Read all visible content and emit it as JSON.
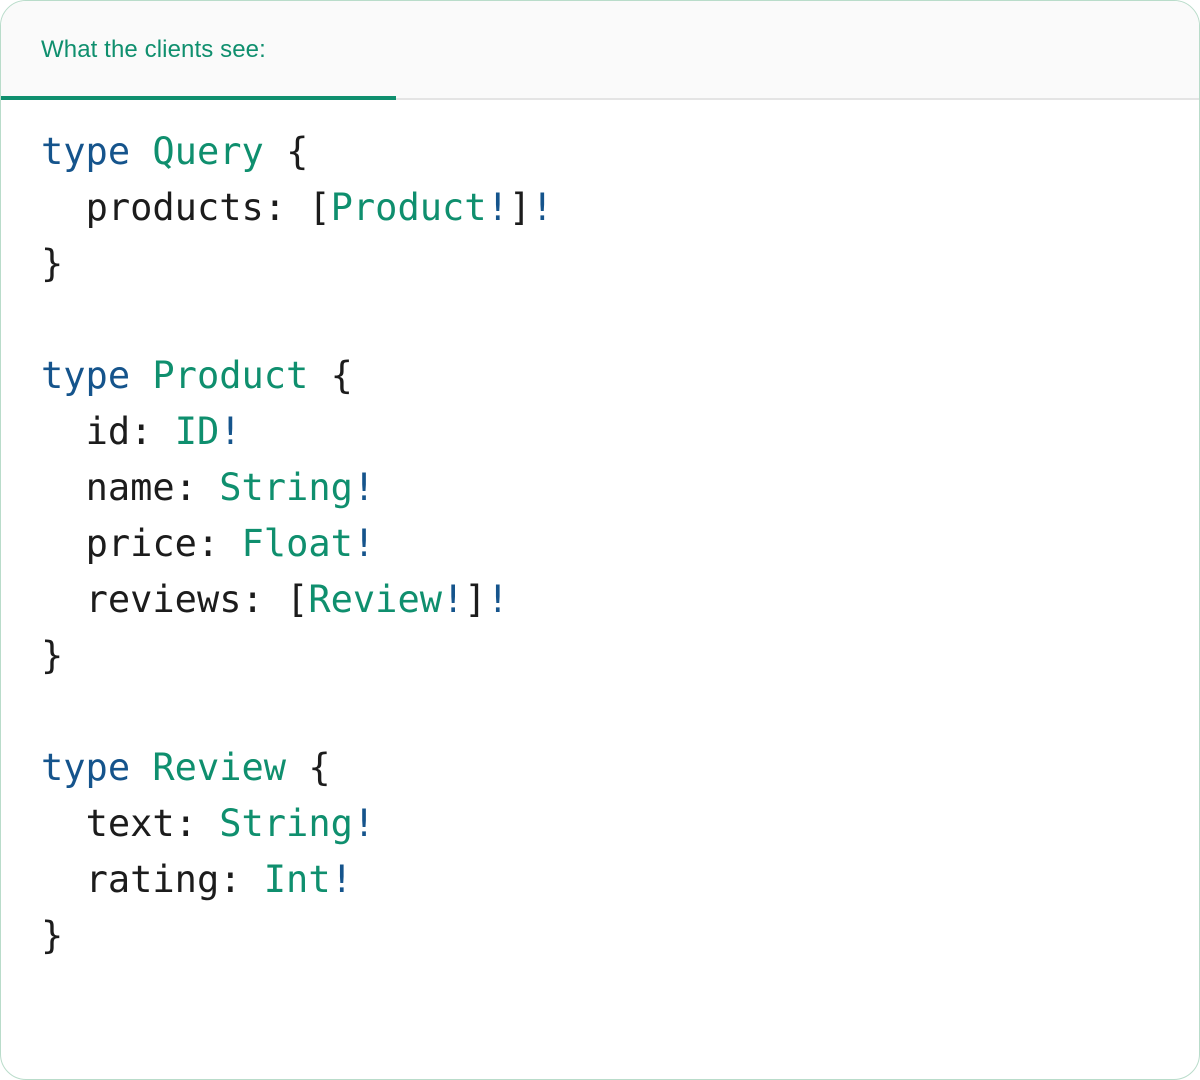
{
  "card": {
    "border_color": "#b9dcca",
    "background": "#ffffff"
  },
  "header": {
    "background": "#fafafa",
    "divider_color": "#e4e4e4",
    "active_tab_index": 0,
    "tabs": [
      {
        "label": "What the clients see:",
        "active": true,
        "accent_color": "#0f8f6e"
      }
    ]
  },
  "code": {
    "language": "graphql",
    "colors": {
      "keyword": "#15548c",
      "type_name": "#0f8f6e",
      "punctuation": "#1c1c1c",
      "non_null_bang": "#15548c",
      "field_name": "#1c1c1c"
    },
    "blocks": [
      {
        "keyword": "type",
        "name": "Query",
        "open_brace": "{",
        "close_brace": "}",
        "fields": [
          {
            "name": "products",
            "colon": ":",
            "open_bracket": "[",
            "type": "Product",
            "inner_bang": "!",
            "close_bracket": "]",
            "outer_bang": "!"
          }
        ]
      },
      {
        "keyword": "type",
        "name": "Product",
        "open_brace": "{",
        "close_brace": "}",
        "fields": [
          {
            "name": "id",
            "colon": ":",
            "open_bracket": "",
            "type": "ID",
            "inner_bang": "!",
            "close_bracket": "",
            "outer_bang": ""
          },
          {
            "name": "name",
            "colon": ":",
            "open_bracket": "",
            "type": "String",
            "inner_bang": "!",
            "close_bracket": "",
            "outer_bang": ""
          },
          {
            "name": "price",
            "colon": ":",
            "open_bracket": "",
            "type": "Float",
            "inner_bang": "!",
            "close_bracket": "",
            "outer_bang": ""
          },
          {
            "name": "reviews",
            "colon": ":",
            "open_bracket": "[",
            "type": "Review",
            "inner_bang": "!",
            "close_bracket": "]",
            "outer_bang": "!"
          }
        ]
      },
      {
        "keyword": "type",
        "name": "Review",
        "open_brace": "{",
        "close_brace": "}",
        "fields": [
          {
            "name": "text",
            "colon": ":",
            "open_bracket": "",
            "type": "String",
            "inner_bang": "!",
            "close_bracket": "",
            "outer_bang": ""
          },
          {
            "name": "rating",
            "colon": ":",
            "open_bracket": "",
            "type": "Int",
            "inner_bang": "!",
            "close_bracket": "",
            "outer_bang": ""
          }
        ]
      }
    ]
  }
}
